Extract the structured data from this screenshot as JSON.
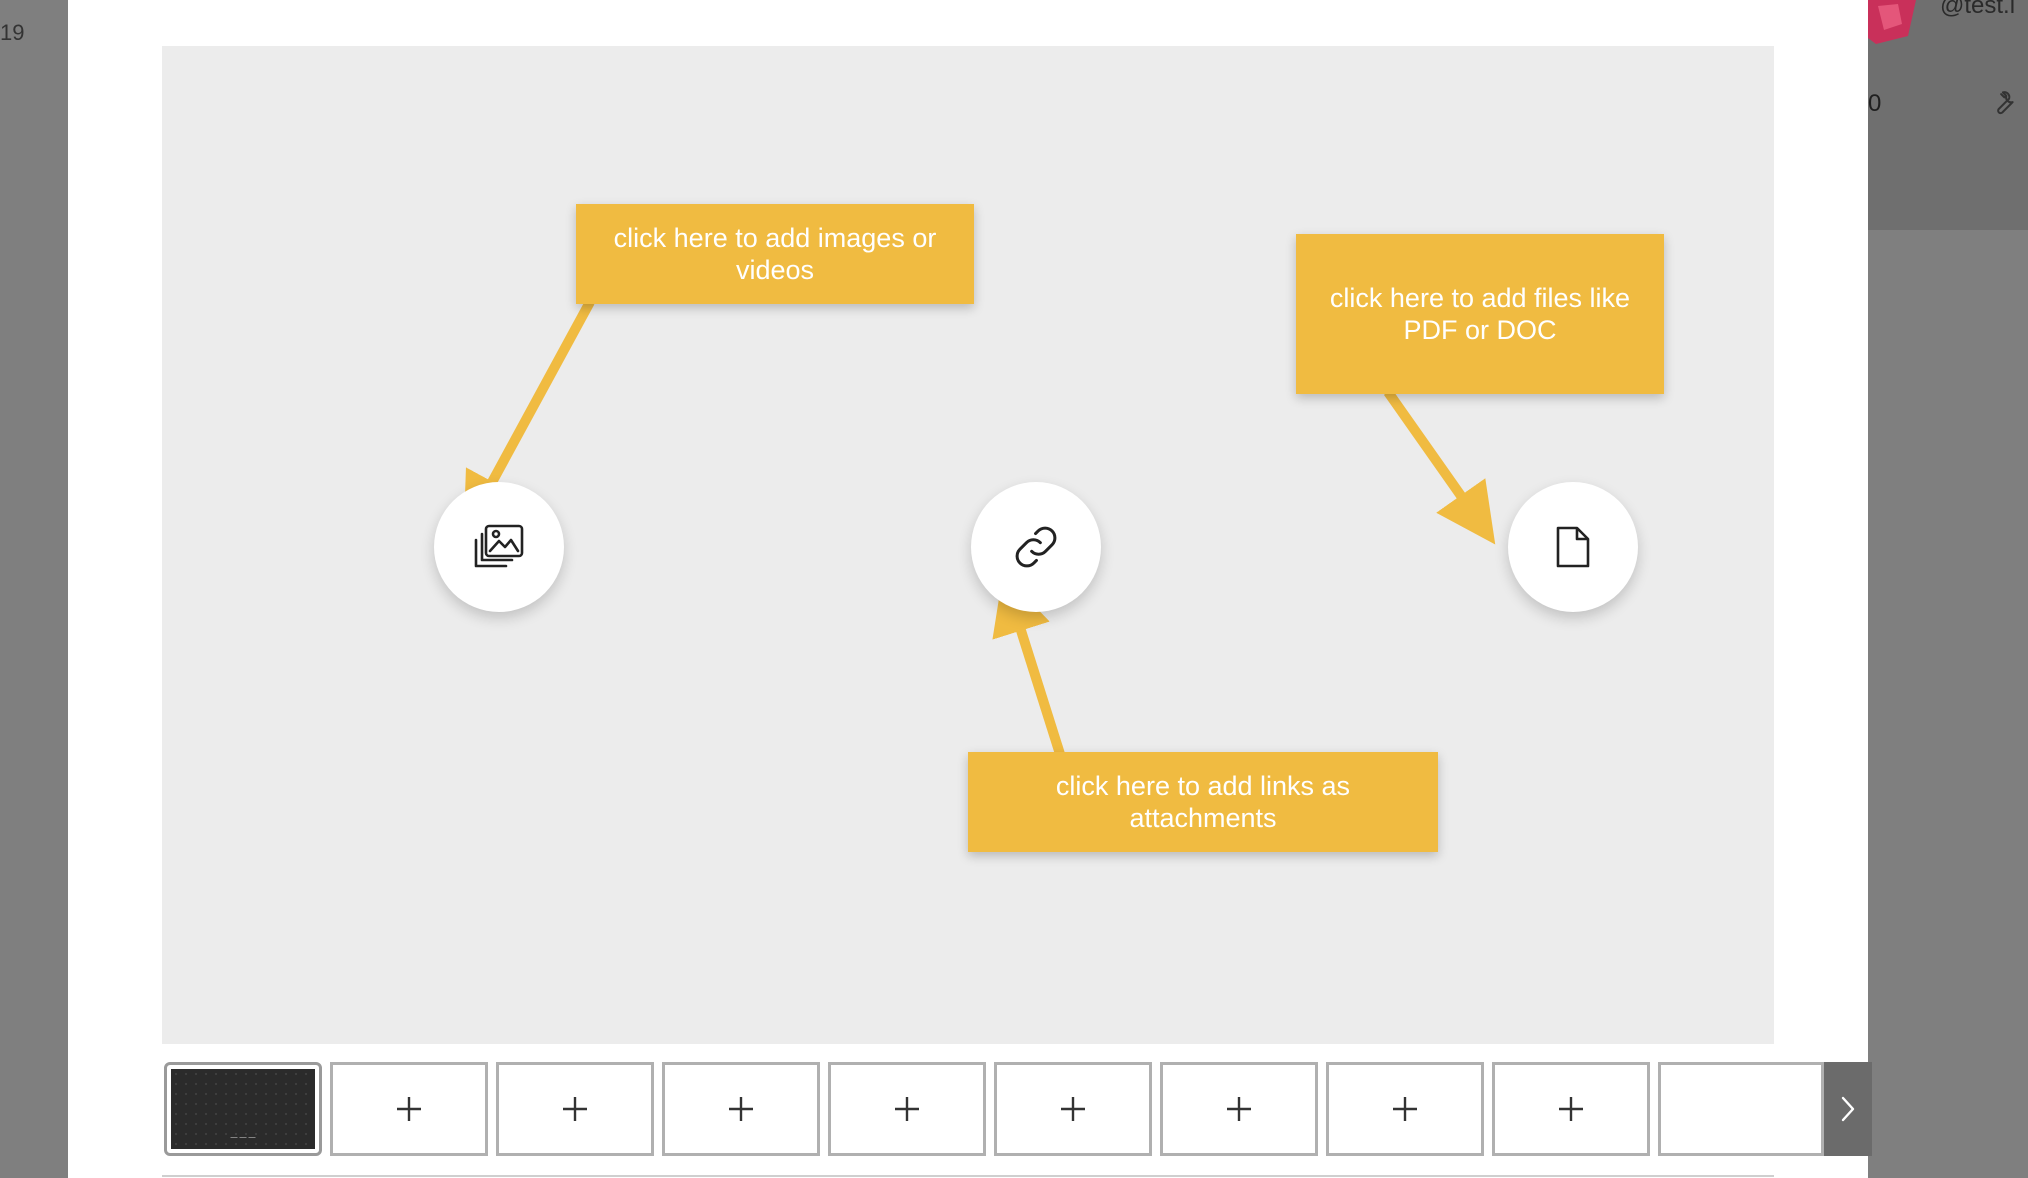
{
  "background": {
    "left_text": "19",
    "handle": "@test.l",
    "count": "0",
    "tool_icon": "wrench-icon"
  },
  "preview": {
    "image_button_icon": "images-icon",
    "link_button_icon": "link-icon",
    "file_button_icon": "file-icon",
    "callouts": {
      "images": "click here to add images or videos",
      "files": "click here to add files like PDF or DOC",
      "links": "click here to add links as attachments"
    },
    "callout_color": "#f0bb41"
  },
  "thumbnails": {
    "selected_caption": "— — —",
    "add_slots": [
      "+",
      "+",
      "+",
      "+",
      "+",
      "+",
      "+",
      "+",
      "+"
    ],
    "next_icon": "chevron-right-icon"
  }
}
